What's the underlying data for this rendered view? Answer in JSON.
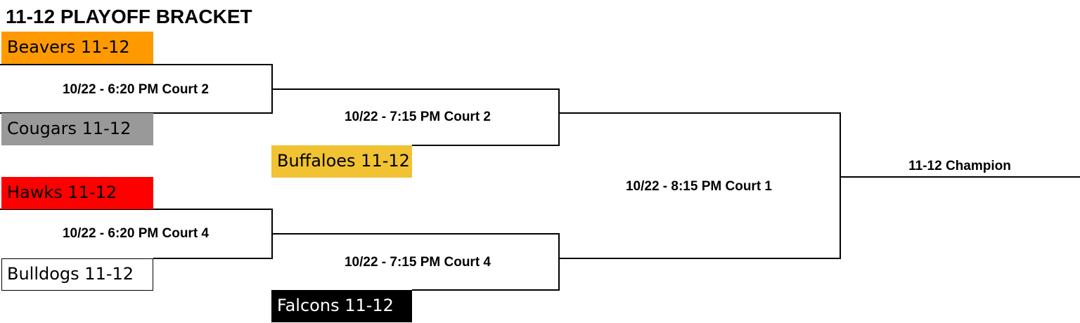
{
  "title": "11-12 PLAYOFF BRACKET",
  "teams": [
    {
      "name": "Beavers 11-12",
      "fill": "#FF9900",
      "text_color": "#000000"
    },
    {
      "name": "Cougars 11-12",
      "fill": "#999999",
      "text_color": "#000000"
    },
    {
      "name": "Hawks 11-12",
      "fill": "#FF0000",
      "text_color": "#000000"
    },
    {
      "name": "Bulldogs 11-12",
      "fill": "#FFFFFF",
      "text_color": "#000000"
    },
    {
      "name": "Buffaloes 11-12",
      "fill": "#F1C232",
      "text_color": "#000000"
    },
    {
      "name": "Falcons 11-12",
      "fill": "#000000",
      "text_color": "#FFFFFF"
    }
  ],
  "games": [
    "10/22 - 6:20 PM Court 2",
    "10/22 - 6:20 PM Court 4",
    "10/22 - 7:15 PM Court 2",
    "10/22 - 7:15 PM Court 4",
    "10/22 - 8:15 PM Court 1"
  ],
  "champion_label": "11-12 Champion",
  "line_color": "#000000"
}
